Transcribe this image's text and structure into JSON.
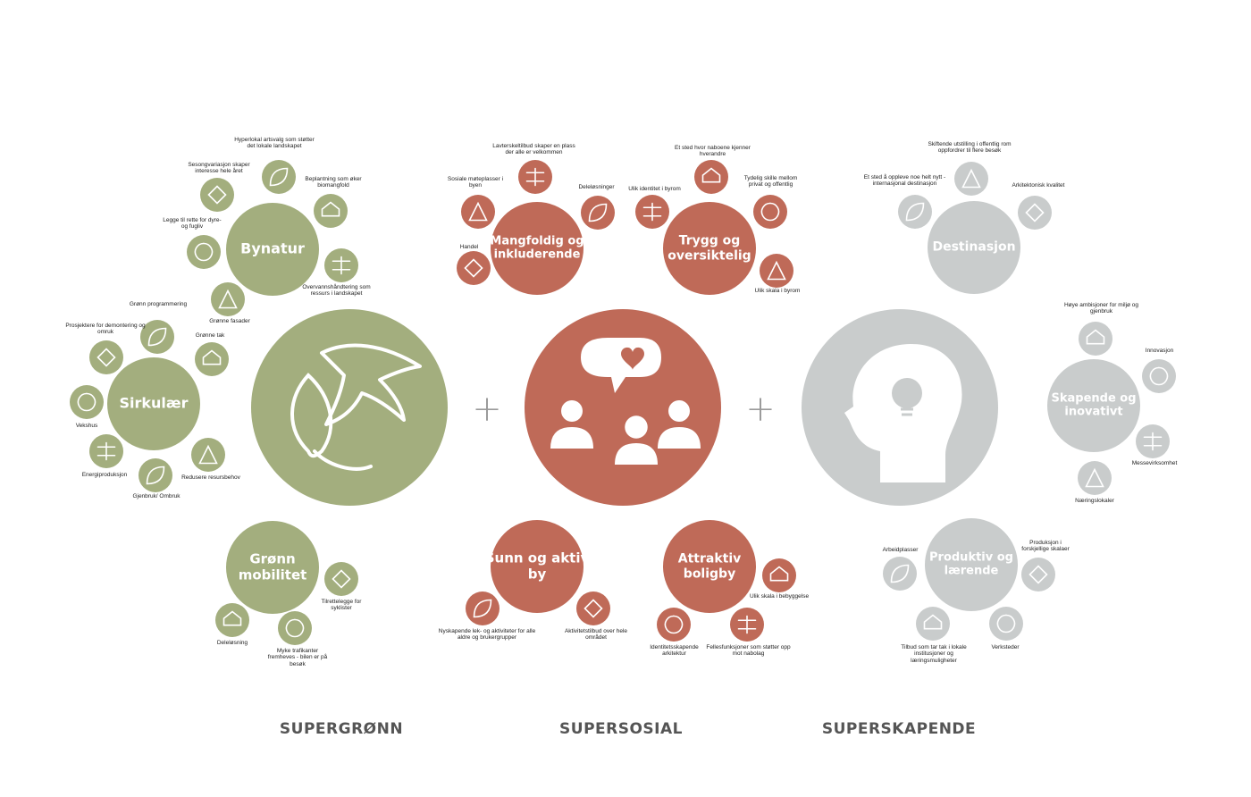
{
  "colors": {
    "green": "#a3ae7e",
    "red": "#bf6a58",
    "grey": "#c9cccc",
    "plus": "#9a9a9a",
    "label": "#555555"
  },
  "plus_signs": [
    "+",
    "+"
  ],
  "pillars": {
    "green": {
      "label": "SUPERGRØNN",
      "icon": "bird-leaf-icon"
    },
    "red": {
      "label": "SUPERSOSIAL",
      "icon": "people-heart-icon"
    },
    "grey": {
      "label": "SUPERSKAPENDE",
      "icon": "head-lightbulb-icon"
    }
  },
  "clusters": {
    "bynatur": {
      "title": "Bynatur",
      "items": [
        {
          "text": "Hyperlokal artsvalg som støtter det lokale landskapet",
          "icon": "leaf-icon"
        },
        {
          "text": "Sesongvariasjon skaper interesse hele året",
          "icon": "seasons-icon"
        },
        {
          "text": "Beplantning som øker biomangfold",
          "icon": "tulip-icon"
        },
        {
          "text": "Legge til rette for dyre- og fugliv",
          "icon": "butterfly-icon"
        },
        {
          "text": "Overvannshåndtering som ressurs i landskapet",
          "icon": "water-drop-icon"
        },
        {
          "text": "Grønne fasader",
          "icon": "green-facade-icon"
        }
      ]
    },
    "sirkular": {
      "title": "Sirkulær",
      "items": [
        {
          "text": "Grønn programmering",
          "icon": "shirt-icon"
        },
        {
          "text": "Prosjektere for demontering og omruk",
          "icon": "co2-cloud-icon"
        },
        {
          "text": "Grønne tak",
          "icon": "green-roof-icon"
        },
        {
          "text": "Vekshus",
          "icon": "greenhouse-icon"
        },
        {
          "text": "Energiproduksjon",
          "icon": "cycle-icon"
        },
        {
          "text": "Redusere resursbehov",
          "icon": "hands-plant-icon"
        },
        {
          "text": "Gjenbruk/ Ombruk",
          "icon": "recycle-icon"
        }
      ]
    },
    "mobilitet": {
      "title": "Grønn mobilitet",
      "items": [
        {
          "text": "Tilrettelegge for syklister",
          "icon": "cyclist-icon"
        },
        {
          "text": "Deleløsning",
          "icon": "bike-share-icon"
        },
        {
          "text": "Myke trafikanter fremheves - bilen er på besøk",
          "icon": "pedestrian-icon"
        }
      ]
    },
    "mangfoldig": {
      "title": "Mangfoldig og inkluderende",
      "items": [
        {
          "text": "Lavterskeltilbud skaper en plass der alle er velkommen",
          "icon": "crowd-icon"
        },
        {
          "text": "Sosiale møteplasser i byen",
          "icon": "meeting-icon"
        },
        {
          "text": "Deleløsninger",
          "icon": "sharing-icon"
        },
        {
          "text": "Handel",
          "icon": "basket-icon"
        }
      ]
    },
    "trygg": {
      "title": "Trygg og oversiktelig",
      "items": [
        {
          "text": "Et sted hvor naboene kjenner hverandre",
          "icon": "handshake-icon"
        },
        {
          "text": "Tydelig skille mellom privat og offentlig",
          "icon": "private-public-icon"
        },
        {
          "text": "Ulik identitet i byrom",
          "icon": "dots-icon"
        },
        {
          "text": "Ulik skala i byrom",
          "icon": "scale-icon"
        }
      ]
    },
    "sunn": {
      "title": "Sunn og aktiv by",
      "items": [
        {
          "text": "Nyskapende lek- og aktiviteter for alle aldre og brukergrupper",
          "icon": "playground-icon"
        },
        {
          "text": "Aktivitetstilbud over hele området",
          "icon": "climber-icon"
        }
      ]
    },
    "boligby": {
      "title": "Attraktiv boligby",
      "items": [
        {
          "text": "Ulik skala i bebyggelse",
          "icon": "buildings-icon"
        },
        {
          "text": "Identitetsskapende arkitektur",
          "icon": "skyline-icon"
        },
        {
          "text": "Fellesfunksjoner som støtter opp mot nabolag",
          "icon": "community-icon"
        }
      ]
    },
    "destinasjon": {
      "title": "Destinasjon",
      "items": [
        {
          "text": "Skiftende utstilling i offentlig rom oppfordrer til flere besøk",
          "icon": "star-icon"
        },
        {
          "text": "Et sted å oppleve noe helt nytt - internasjonal destinasjon",
          "icon": "location-pin-icon"
        },
        {
          "text": "Arkitektonisk kvalitet",
          "icon": "architecture-icon"
        }
      ]
    },
    "skapende": {
      "title": "Skapende og inovativt",
      "items": [
        {
          "text": "Høye ambisjoner for miljø og gjenbruk",
          "icon": "wave-icon"
        },
        {
          "text": "Innovasjon",
          "icon": "lightbulb-icon"
        },
        {
          "text": "Messevirksomhet",
          "icon": "gears-icon"
        },
        {
          "text": "Næringslokaler",
          "icon": "laptop-icon"
        }
      ]
    },
    "produktiv": {
      "title": "Produktiv og lærende",
      "items": [
        {
          "text": "Arbeidplasser",
          "icon": "workers-icon"
        },
        {
          "text": "Produksjon i forskjellige skalaer",
          "icon": "worker-icon"
        },
        {
          "text": "Tilbud som tar tak i lokale institusjoner og læringsmuligheter",
          "icon": "teacher-icon"
        },
        {
          "text": "Verksteder",
          "icon": "tools-icon"
        }
      ]
    }
  }
}
